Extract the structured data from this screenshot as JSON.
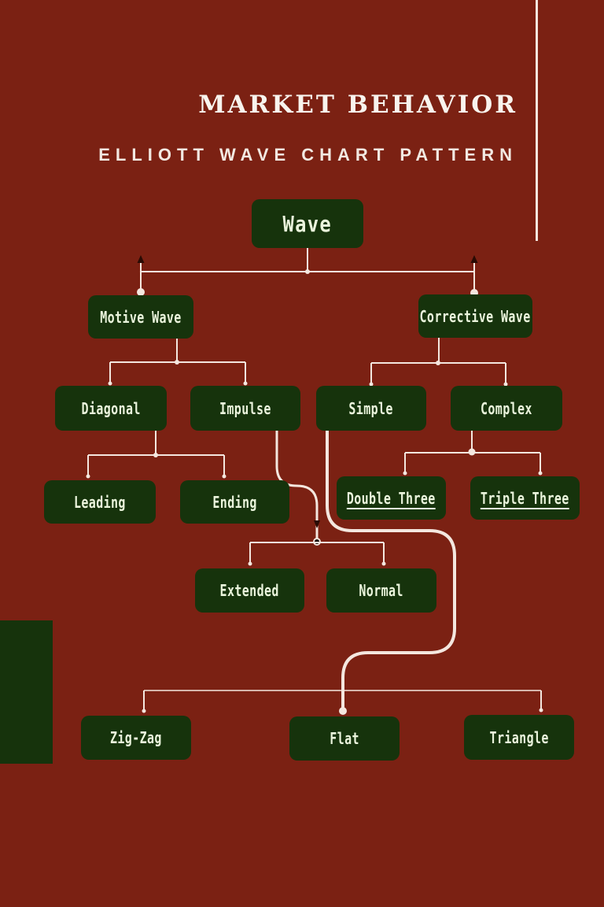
{
  "header": {
    "title": "MARKET BEHAVIOR",
    "subtitle": "ELLIOTT WAVE CHART PATTERN"
  },
  "nodes": {
    "wave": "Wave",
    "motive_wave": "Motive Wave",
    "corrective_wave": "Corrective Wave",
    "diagonal": "Diagonal",
    "impulse": "Impulse",
    "simple": "Simple",
    "complex": "Complex",
    "leading": "Leading",
    "ending": "Ending",
    "double_three": "Double Three",
    "triple_three": "Triple Three",
    "extended": "Extended",
    "normal": "Normal",
    "zigzag": "Zig-Zag",
    "flat": "Flat",
    "triangle": "Triangle"
  },
  "edges": [
    [
      "Wave",
      "Motive Wave"
    ],
    [
      "Wave",
      "Corrective Wave"
    ],
    [
      "Motive Wave",
      "Diagonal"
    ],
    [
      "Motive Wave",
      "Impulse"
    ],
    [
      "Diagonal",
      "Leading"
    ],
    [
      "Diagonal",
      "Ending"
    ],
    [
      "Impulse",
      "Extended"
    ],
    [
      "Impulse",
      "Normal"
    ],
    [
      "Corrective Wave",
      "Simple"
    ],
    [
      "Corrective Wave",
      "Complex"
    ],
    [
      "Complex",
      "Double Three"
    ],
    [
      "Complex",
      "Triple Three"
    ],
    [
      "Simple",
      "Zig-Zag"
    ],
    [
      "Simple",
      "Flat"
    ],
    [
      "Simple",
      "Triangle"
    ]
  ],
  "colors": {
    "background": "#7B2113",
    "node_fill": "#16330C",
    "node_text": "#EAF4DC",
    "connector": "#F4E7DF",
    "title_text": "#F8F4EE"
  }
}
